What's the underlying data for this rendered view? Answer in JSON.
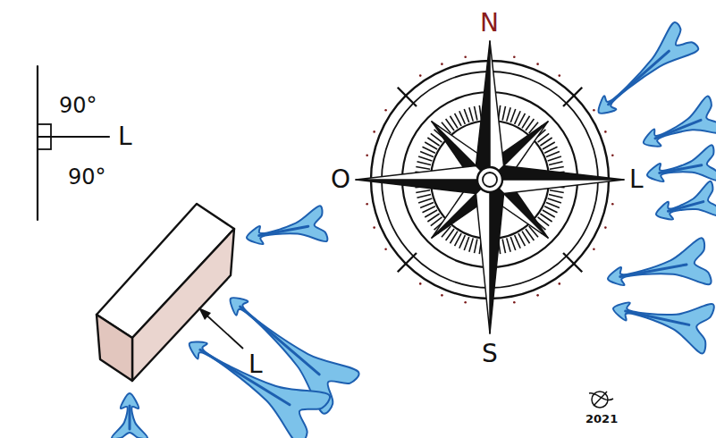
{
  "diagram": {
    "labels": [
      "90°",
      "L",
      "90°",
      "N",
      "O",
      "L",
      "S",
      "L",
      "2021"
    ]
  }
}
